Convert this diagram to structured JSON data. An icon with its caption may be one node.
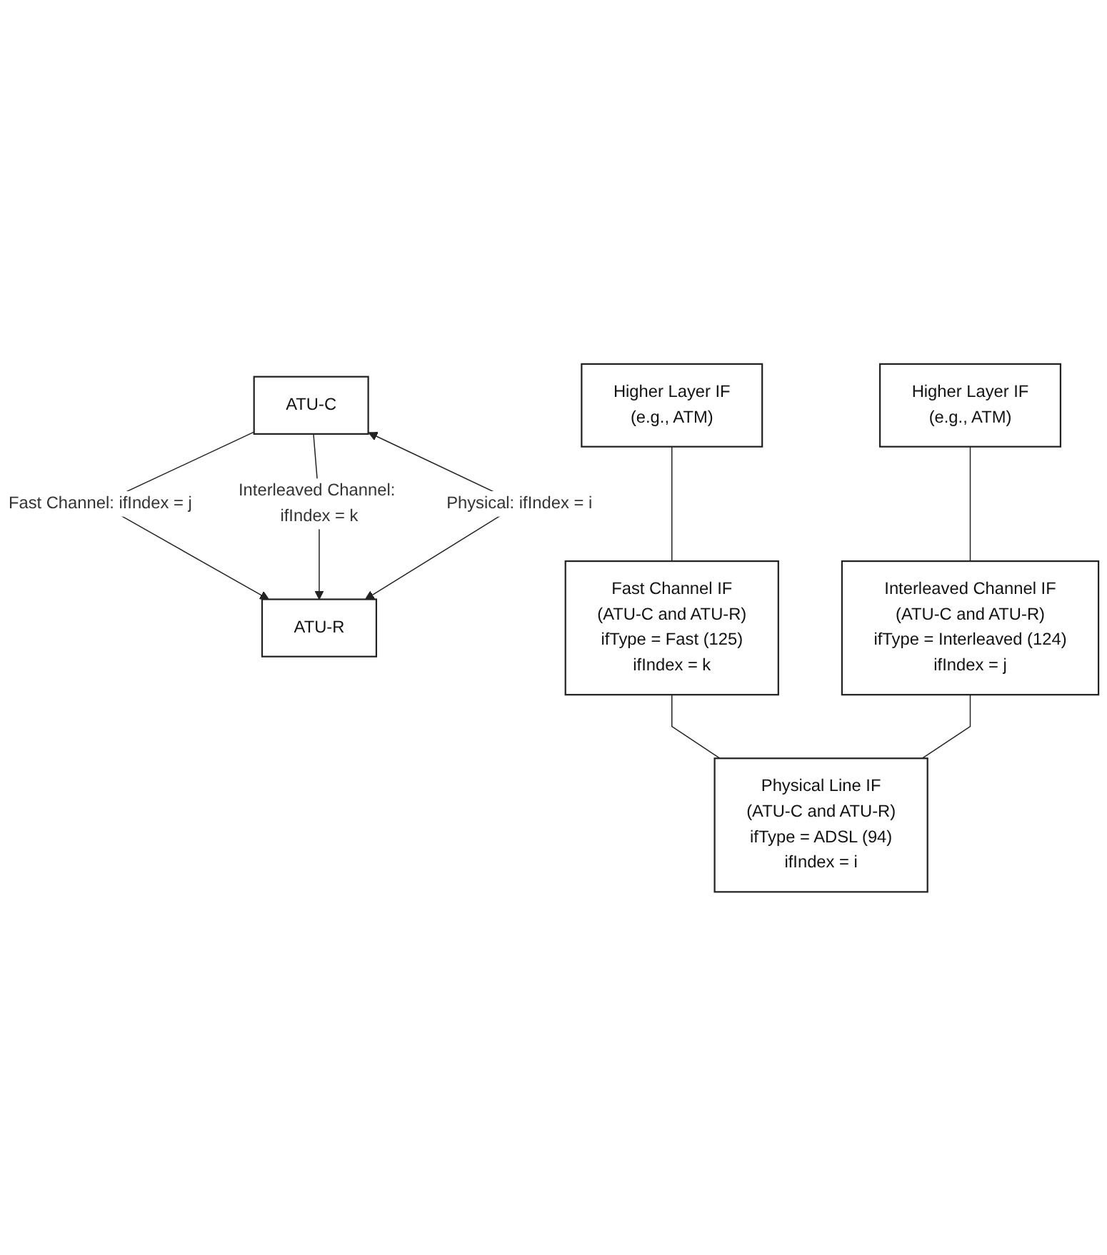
{
  "diagram": {
    "nodes": [
      {
        "text": [
          "ATU-C"
        ]
      },
      {
        "text": [
          "ATU-R"
        ]
      },
      {
        "text": [
          "Higher Layer IF",
          "(e.g., ATM)"
        ]
      },
      {
        "text": [
          "Higher Layer IF",
          "(e.g., ATM)"
        ]
      },
      {
        "text": [
          "Fast Channel IF",
          "(ATU-C and ATU-R)",
          "ifType = Fast (125)",
          "ifIndex = k"
        ]
      },
      {
        "text": [
          "Interleaved Channel IF",
          "(ATU-C and ATU-R)",
          "ifType = Interleaved (124)",
          "ifIndex = j"
        ]
      },
      {
        "text": [
          "Physical Line IF",
          "(ATU-C and ATU-R)",
          "ifType = ADSL (94)",
          "ifIndex = i"
        ]
      }
    ],
    "edges": [
      {
        "from": 0,
        "to": 1,
        "arrow": "to",
        "label": "Fast Channel: ifIndex = j"
      },
      {
        "from": 0,
        "to": 1,
        "arrow": "to",
        "label": "Interleaved Channel: ifIndex = k"
      },
      {
        "from": 0,
        "to": 1,
        "arrow": "both",
        "label": "Physical: ifIndex = i"
      },
      {
        "from": 2,
        "to": 4,
        "arrow": "none"
      },
      {
        "from": 3,
        "to": 5,
        "arrow": "none"
      },
      {
        "from": 4,
        "to": 6,
        "arrow": "none"
      },
      {
        "from": 5,
        "to": 6,
        "arrow": "none"
      }
    ]
  }
}
